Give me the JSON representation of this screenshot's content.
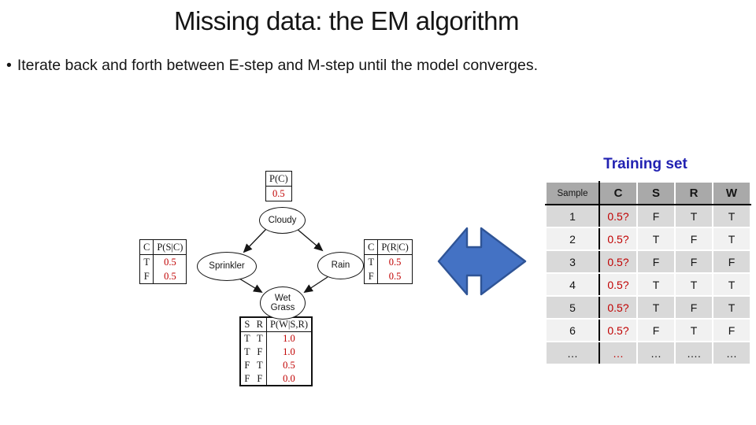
{
  "slide": {
    "title": "Missing data: the EM algorithm",
    "bullet_marker": "•",
    "bullet_text": "Iterate back and forth between E-step and M-step until the model converges."
  },
  "colors": {
    "value_red": "#C00000",
    "training_title_blue": "#2222B2",
    "arrow_fill": "#4472C4",
    "arrow_stroke": "#2F5496",
    "table_header_gray": "#A9A9A9",
    "row_dark": "#D9D9D9",
    "row_light": "#F1F1F1"
  },
  "network": {
    "nodes": {
      "cloudy": "Cloudy",
      "sprinkler": "Sprinkler",
      "rain": "Rain",
      "wetgrass": "Wet Grass"
    },
    "cpt_c": {
      "header": "P(C)",
      "value": "0.5"
    },
    "cpt_s": {
      "col1": "C",
      "col2": "P(S|C)",
      "rows": [
        [
          "T",
          "0.5"
        ],
        [
          "F",
          "0.5"
        ]
      ]
    },
    "cpt_r": {
      "col1": "C",
      "col2": "P(R|C)",
      "rows": [
        [
          "T",
          "0.5"
        ],
        [
          "F",
          "0.5"
        ]
      ]
    },
    "cpt_w": {
      "col1": "S",
      "col2": "R",
      "col3": "P(W|S,R)",
      "rows": [
        [
          "T",
          "T",
          "1.0"
        ],
        [
          "T",
          "F",
          "1.0"
        ],
        [
          "F",
          "T",
          "0.5"
        ],
        [
          "F",
          "F",
          "0.0"
        ]
      ]
    }
  },
  "training": {
    "title": "Training set",
    "columns": [
      "Sample",
      "C",
      "S",
      "R",
      "W"
    ],
    "rows": [
      [
        "1",
        "0.5?",
        "F",
        "T",
        "T"
      ],
      [
        "2",
        "0.5?",
        "T",
        "F",
        "T"
      ],
      [
        "3",
        "0.5?",
        "F",
        "F",
        "F"
      ],
      [
        "4",
        "0.5?",
        "T",
        "T",
        "T"
      ],
      [
        "5",
        "0.5?",
        "T",
        "F",
        "T"
      ],
      [
        "6",
        "0.5?",
        "F",
        "T",
        "F"
      ],
      [
        "…",
        "…",
        "…",
        "….",
        "…"
      ]
    ]
  }
}
